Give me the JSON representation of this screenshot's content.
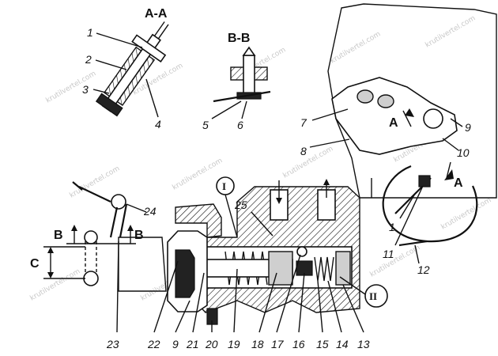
{
  "sections": {
    "aa": "A-A",
    "bb": "B-B",
    "a_arrow1": "A",
    "a_arrow2": "A",
    "b_left": "B",
    "b_right": "B",
    "c_dim": "C"
  },
  "roman": {
    "i": "I",
    "ii": "II"
  },
  "labels": {
    "l1_aa": "1",
    "l2": "2",
    "l3": "3",
    "l4": "4",
    "l5": "5",
    "l6": "6",
    "l7": "7",
    "l8": "8",
    "l9_top": "9",
    "l10": "10",
    "l1_right": "1",
    "l11": "11",
    "l12": "12",
    "l24": "24",
    "l25": "25",
    "l23": "23",
    "l22": "22",
    "l9_bottom": "9",
    "l21": "21",
    "l20": "20",
    "l19": "19",
    "l18": "18",
    "l17": "17",
    "l16": "16",
    "l15": "15",
    "l14": "14",
    "l13": "13"
  },
  "watermark": "krutilvertel.com"
}
